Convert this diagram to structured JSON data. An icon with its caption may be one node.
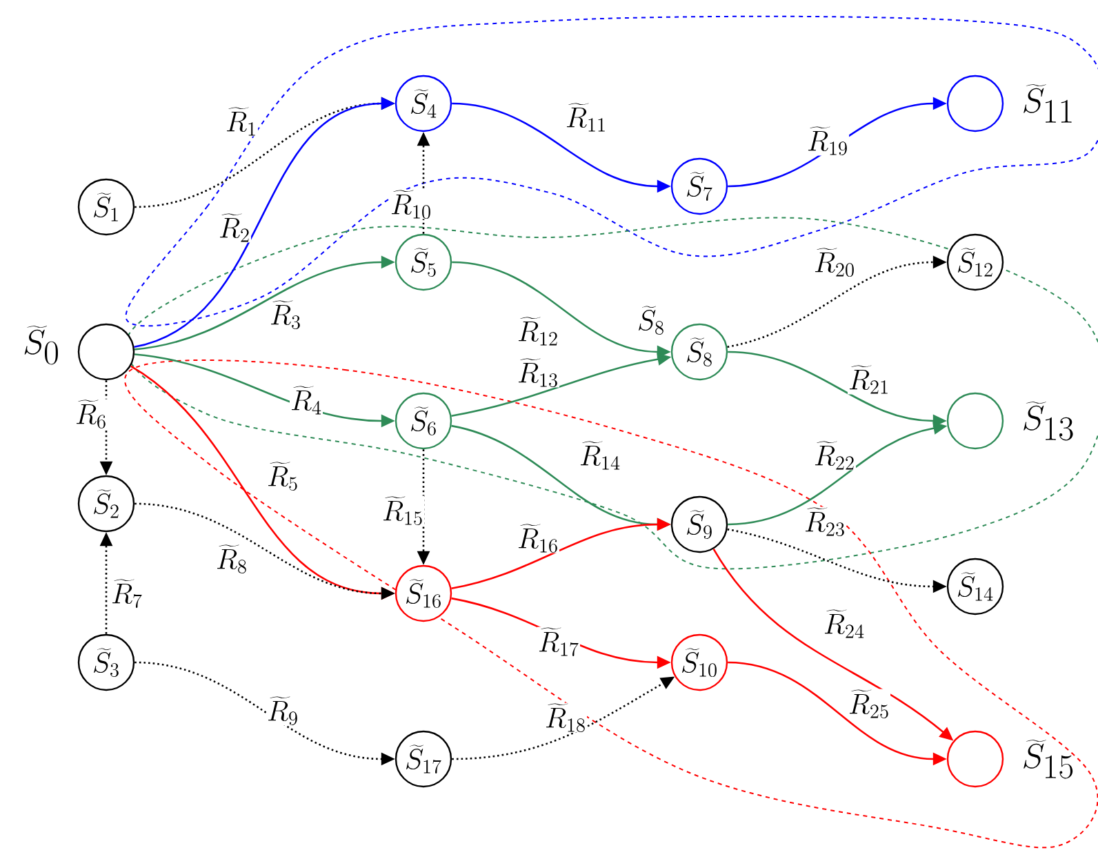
{
  "diagram": {
    "nodes": [
      {
        "text": [],
        "shape": "circle",
        "beside": [
          "\\widetilde{S}_{0}"
        ]
      },
      {
        "text": [
          "\\widetilde{S}_{1}"
        ]
      },
      {
        "text": [
          "\\widetilde{S}_{2}"
        ]
      },
      {
        "text": [
          "\\widetilde{S}_{3}"
        ]
      },
      {
        "text": [
          "\\widetilde{S}_{4}"
        ]
      },
      {
        "text": [
          "\\widetilde{S}_{5}"
        ]
      },
      {
        "text": [
          "\\widetilde{S}_{6}"
        ]
      },
      {
        "text": [
          "\\widetilde{S}_{16}"
        ]
      },
      {
        "text": [
          "\\widetilde{S}_{17}"
        ]
      },
      {
        "text": [
          "\\widetilde{S}_{7}"
        ]
      },
      {
        "text": [
          "\\widetilde{S}_{8}"
        ],
        "beside": [
          "\\widetilde{S}_{8}"
        ]
      },
      {
        "text": [
          "\\widetilde{S}_{9}"
        ]
      },
      {
        "text": [
          "\\widetilde{S}_{10}"
        ]
      },
      {
        "text": [],
        "shape": "circle",
        "beside": [
          "\\widetilde{S}_{11}"
        ]
      },
      {
        "text": [
          "\\widetilde{S}_{12}"
        ]
      },
      {
        "text": [],
        "shape": "circle",
        "beside": [
          "\\widetilde{S}_{13}"
        ]
      },
      {
        "text": [
          "\\widetilde{S}_{14}"
        ]
      },
      {
        "text": [],
        "shape": "circle",
        "beside": [
          "\\widetilde{S}_{15}"
        ]
      }
    ],
    "edges": [
      {
        "from": 1,
        "to": 4,
        "arrow": "to",
        "label": "\\widetilde{R}_{1}",
        "style": "dashed"
      },
      {
        "from": 0,
        "to": 4,
        "arrow": "to",
        "label": "\\widetilde{R}_{2}",
        "color": "#0000ff"
      },
      {
        "from": 0,
        "to": 5,
        "arrow": "to",
        "label": "\\widetilde{R}_{3}",
        "color": "#2e8b57"
      },
      {
        "from": 0,
        "to": 6,
        "arrow": "to",
        "label": "\\widetilde{R}_{4}",
        "color": "#2e8b57"
      },
      {
        "from": 0,
        "to": 7,
        "arrow": "to",
        "label": "\\widetilde{R}_{5}",
        "color": "#ff0000"
      },
      {
        "from": 0,
        "to": 2,
        "arrow": "to",
        "label": "\\widetilde{R}_{6}",
        "style": "dashed"
      },
      {
        "from": 3,
        "to": 2,
        "arrow": "to",
        "label": "\\widetilde{R}_{7}",
        "style": "dashed"
      },
      {
        "from": 2,
        "to": 7,
        "arrow": "to",
        "label": "\\widetilde{R}_{8}",
        "style": "dashed"
      },
      {
        "from": 3,
        "to": 8,
        "arrow": "to",
        "label": "\\widetilde{R}_{9}",
        "style": "dashed"
      },
      {
        "from": 5,
        "to": 4,
        "arrow": "to",
        "label": "\\widetilde{R}_{10}",
        "style": "dashed"
      },
      {
        "from": 4,
        "to": 9,
        "arrow": "to",
        "label": "\\widetilde{R}_{11}",
        "color": "#0000ff"
      },
      {
        "from": 5,
        "to": 10,
        "arrow": "to",
        "label": "\\widetilde{R}_{12}",
        "color": "#2e8b57"
      },
      {
        "from": 6,
        "to": 10,
        "arrow": "to",
        "label": "\\widetilde{R}_{13}",
        "color": "#2e8b57"
      },
      {
        "from": 6,
        "to": 11,
        "arrow": "to",
        "label": "\\widetilde{R}_{14}",
        "color": "#2e8b57"
      },
      {
        "from": 6,
        "to": 7,
        "arrow": "to",
        "label": "\\widetilde{R}_{15}",
        "style": "dashed"
      },
      {
        "from": 7,
        "to": 11,
        "arrow": "to",
        "label": "\\widetilde{R}_{16}",
        "color": "#ff0000"
      },
      {
        "from": 7,
        "to": 12,
        "arrow": "to",
        "label": "\\widetilde{R}_{17}",
        "color": "#ff0000"
      },
      {
        "from": 8,
        "to": 12,
        "arrow": "to",
        "label": "\\widetilde{R}_{18}",
        "style": "dashed"
      },
      {
        "from": 9,
        "to": 13,
        "arrow": "to",
        "label": "\\widetilde{R}_{19}",
        "color": "#0000ff"
      },
      {
        "from": 10,
        "to": 14,
        "arrow": "to",
        "label": "\\widetilde{R}_{20}",
        "style": "dashed"
      },
      {
        "from": 10,
        "to": 15,
        "arrow": "to",
        "label": "\\widetilde{R}_{21}",
        "color": "#2e8b57"
      },
      {
        "from": 11,
        "to": 15,
        "arrow": "to",
        "label": "\\widetilde{R}_{22}",
        "color": "#2e8b57"
      },
      {
        "from": 11,
        "to": 16,
        "arrow": "to",
        "label": "\\widetilde{R}_{23}",
        "style": "dashed"
      },
      {
        "from": 11,
        "to": 17,
        "arrow": "to",
        "label": "\\widetilde{R}_{24}",
        "color": "#ff0000"
      },
      {
        "from": 12,
        "to": 17,
        "arrow": "to",
        "label": "\\widetilde{R}_{25}",
        "color": "#ff0000"
      }
    ]
  }
}
